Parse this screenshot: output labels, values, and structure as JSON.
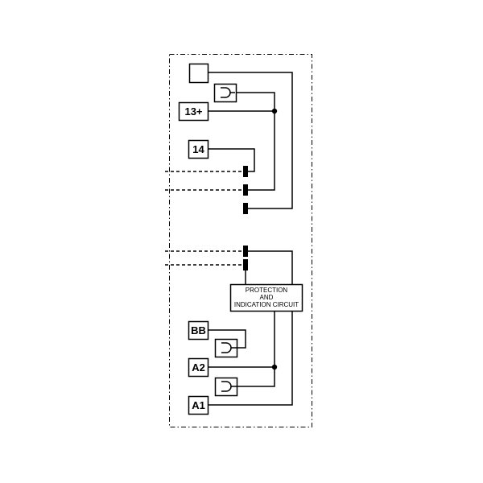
{
  "diagram": {
    "terminals": {
      "top_unlabeled": "",
      "t13": "13+",
      "t14": "14",
      "bb": "BB",
      "a2": "A2",
      "a1": "A1"
    },
    "protection_block": {
      "line1": "PROTECTION",
      "line2": "AND",
      "line3": "INDICATION CIRCUIT"
    }
  }
}
